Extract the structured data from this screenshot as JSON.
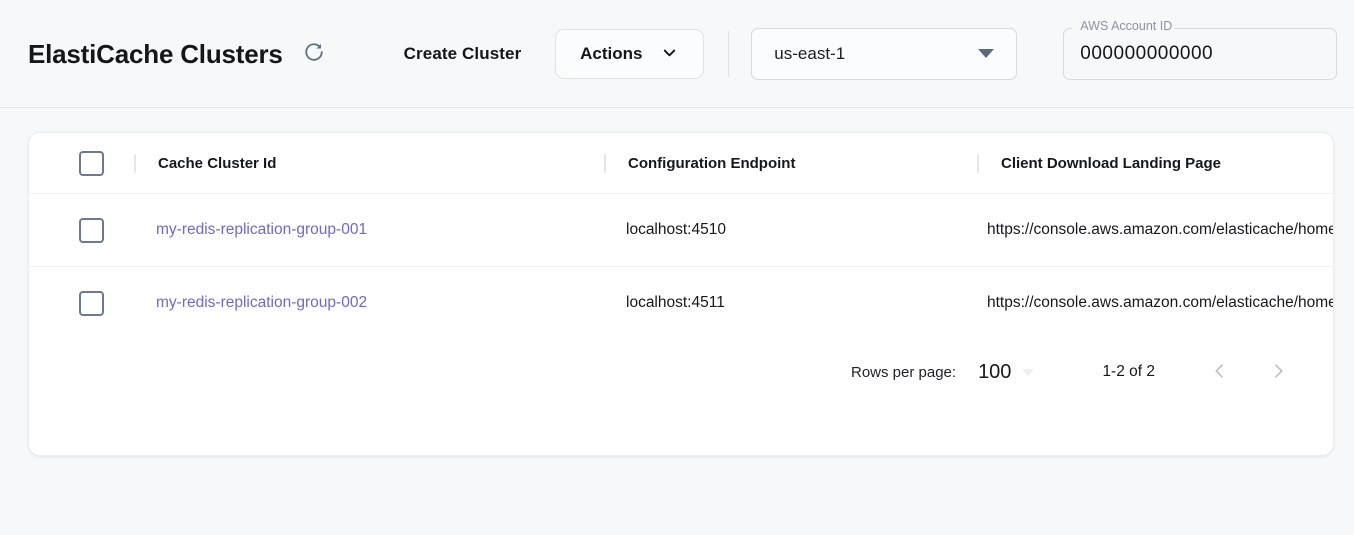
{
  "header": {
    "title": "ElastiCache Clusters",
    "refresh_icon": "refresh-icon",
    "create_cluster_label": "Create Cluster",
    "actions_label": "Actions",
    "actions_chevron_icon": "chevron-down-icon",
    "region": {
      "value": "us-east-1",
      "dropdown_icon": "triangle-down-icon"
    },
    "account": {
      "label": "AWS Account ID",
      "value": "000000000000",
      "placeholder": ""
    }
  },
  "table": {
    "select_all_checkbox": false,
    "columns": [
      {
        "key": "checkbox",
        "label": ""
      },
      {
        "key": "cache_cluster_id",
        "label": "Cache Cluster Id"
      },
      {
        "key": "configuration_endpoint",
        "label": "Configuration Endpoint"
      },
      {
        "key": "client_download_landing_page",
        "label": "Client Download Landing Page"
      }
    ],
    "rows": [
      {
        "selected": false,
        "cache_cluster_id": "my-redis-replication-group-001",
        "configuration_endpoint": "localhost:4510",
        "client_download_landing_page": "https://console.aws.amazon.com/elasticache/home"
      },
      {
        "selected": false,
        "cache_cluster_id": "my-redis-replication-group-002",
        "configuration_endpoint": "localhost:4511",
        "client_download_landing_page": "https://console.aws.amazon.com/elasticache/home"
      }
    ]
  },
  "pagination": {
    "rows_per_page_label": "Rows per page:",
    "rows_per_page_value": "100",
    "rows_per_page_icon": "triangle-down-icon",
    "range_label": "1-2 of 2",
    "prev_icon": "chevron-left-icon",
    "next_icon": "chevron-right-icon"
  },
  "colors": {
    "page_background": "#f7f8fa",
    "card_background": "#ffffff",
    "link": "#6f67d4",
    "text_primary": "#16181c",
    "icon_slate": "#5d6b80",
    "border": "#dfe3e8"
  }
}
